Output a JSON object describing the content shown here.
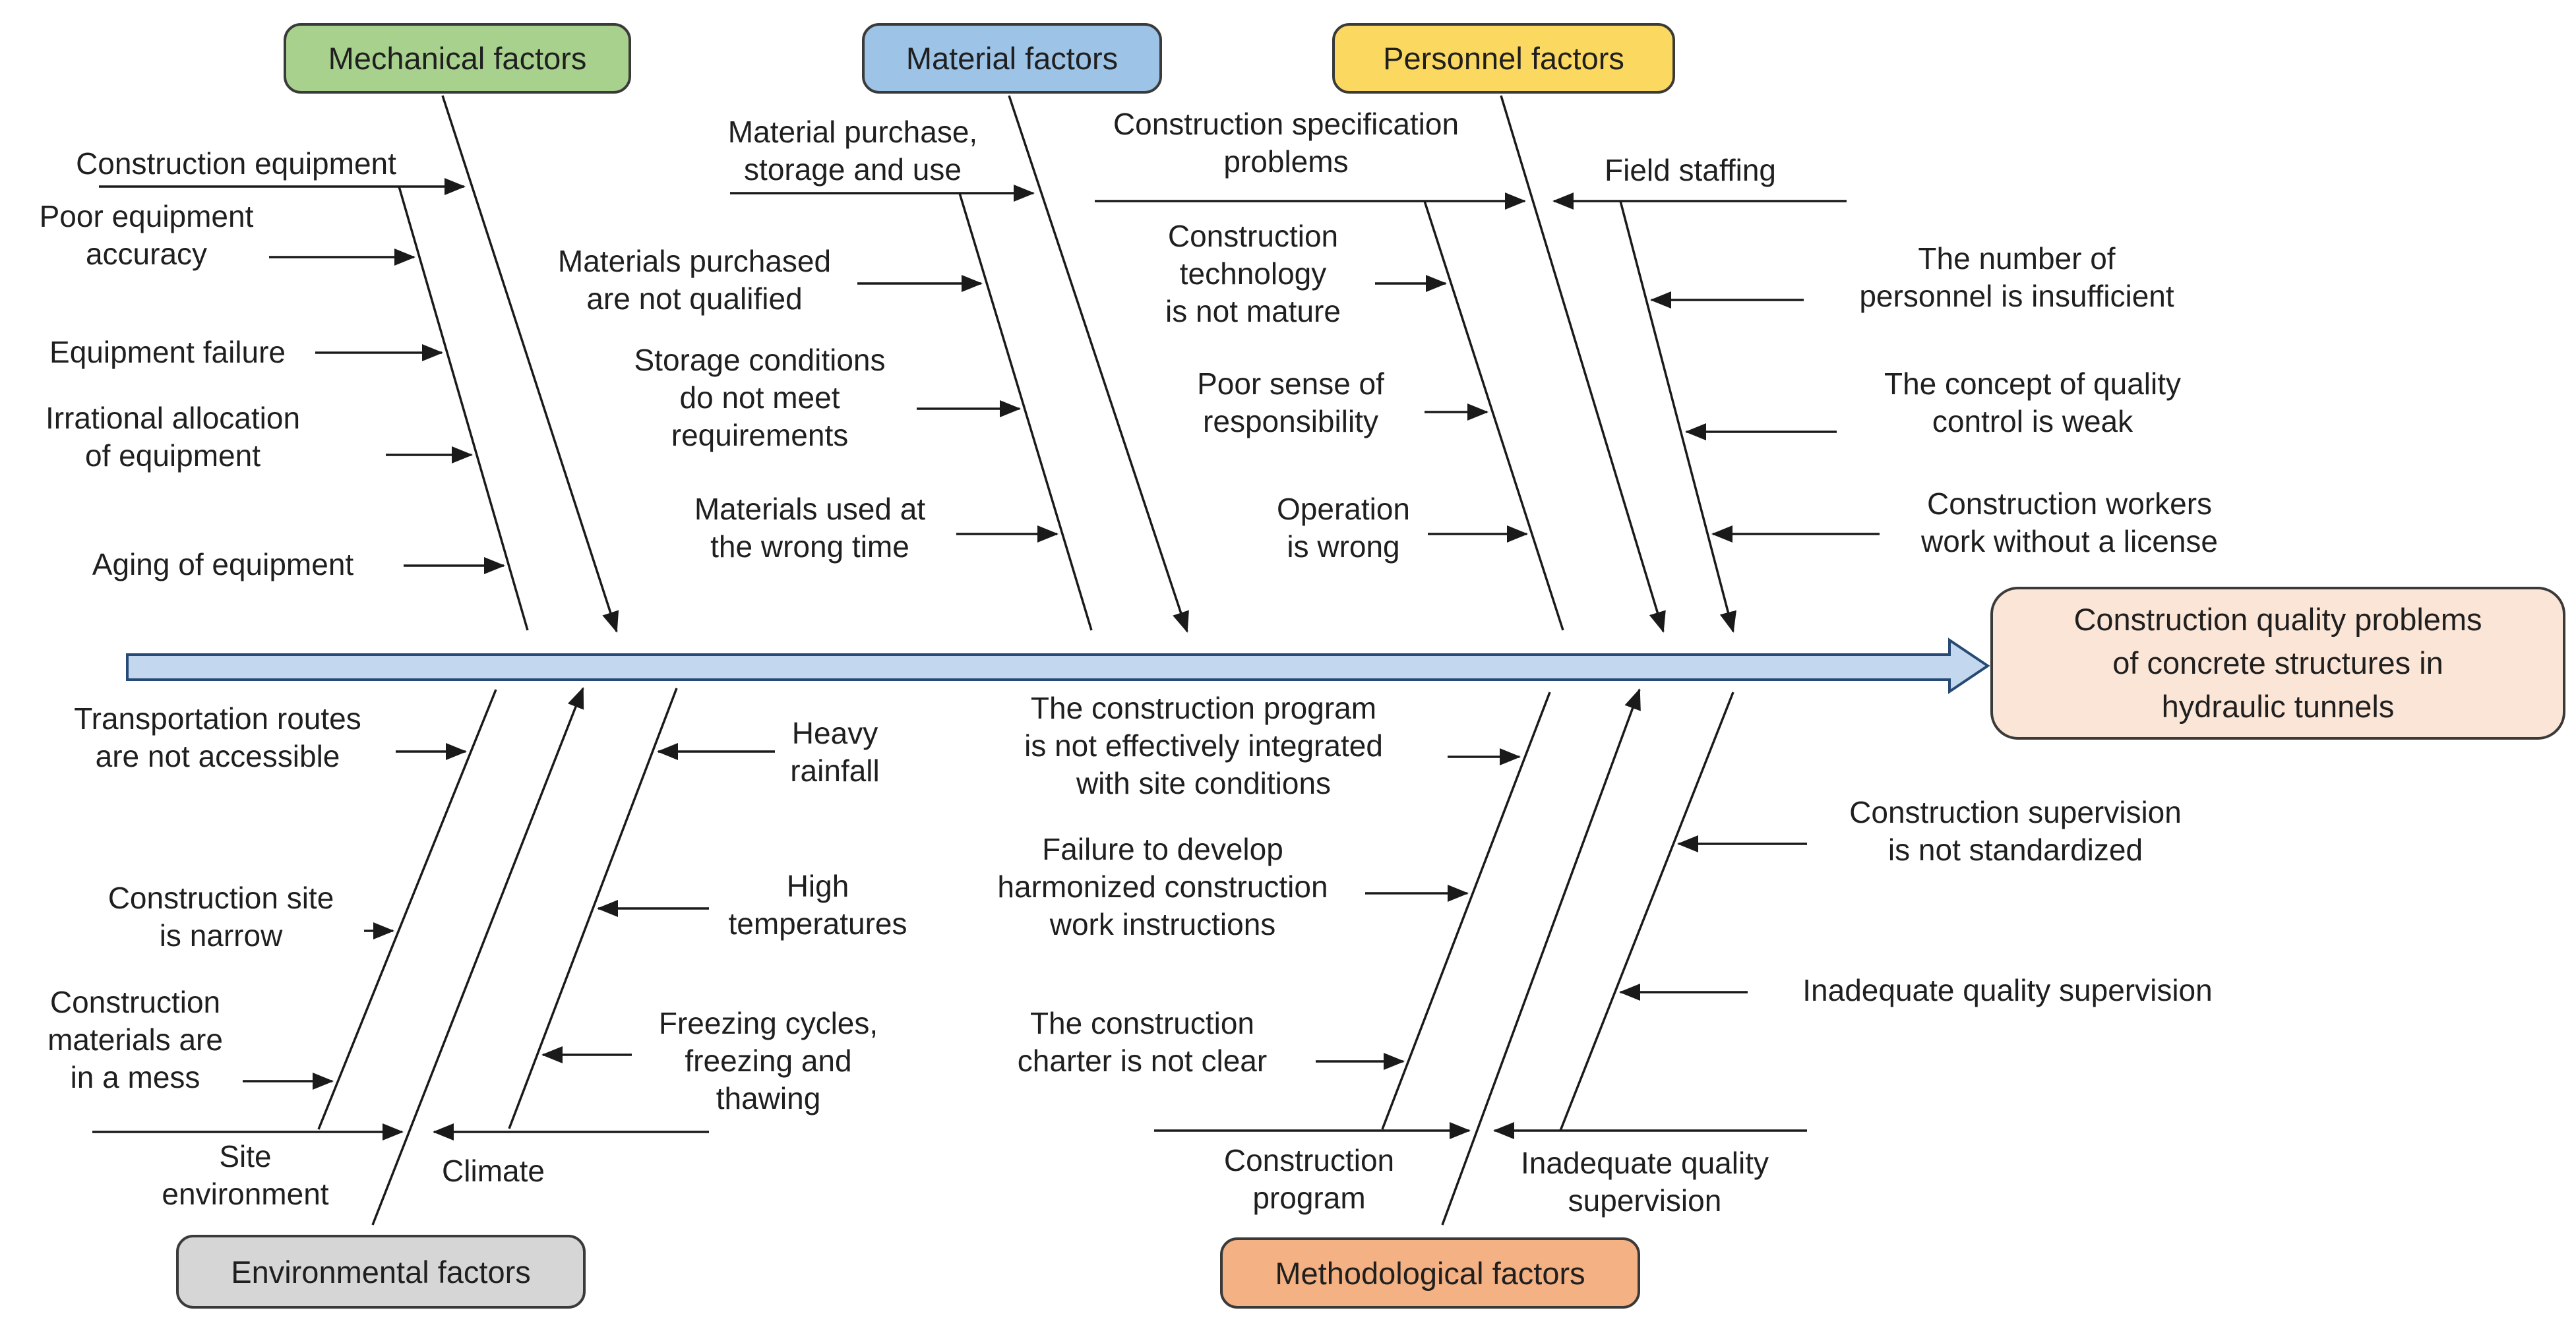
{
  "diagram": {
    "effect_label": "Construction quality problems\nof concrete structures in\nhydraulic tunnels",
    "categories": {
      "mechanical": {
        "label": "Mechanical factors",
        "color": "#a9d18e"
      },
      "material": {
        "label": "Material factors",
        "color": "#9dc3e6"
      },
      "personnel": {
        "label": "Personnel factors",
        "color": "#fbd960"
      },
      "environmental": {
        "label": "Environmental factors",
        "color": "#d6d6d6"
      },
      "methodological": {
        "label": "Methodological factors",
        "color": "#f4b183"
      }
    },
    "causes": {
      "mechanical": [
        "Construction equipment",
        "Poor equipment\naccuracy",
        "Equipment failure",
        "Irrational allocation\nof equipment",
        "Aging of equipment"
      ],
      "material": [
        "Material purchase,\nstorage and use",
        "Materials purchased\nare not qualified",
        "Storage conditions\ndo not meet\nrequirements",
        "Materials used at\nthe wrong time"
      ],
      "personnel": [
        "Construction specification\nproblems",
        "Construction\ntechnology\nis not mature",
        "Poor sense of\nresponsibility",
        "Operation\nis wrong",
        "Field staffing",
        "The number of\npersonnel is insufficient",
        "The concept of quality\ncontrol is weak",
        "Construction workers\nwork without a license"
      ],
      "environmental": [
        "Transportation routes\nare not accessible",
        "Construction site\nis narrow",
        "Construction\nmaterials are\nin a mess",
        "Site\nenvironment",
        "Climate",
        "Heavy\nrainfall",
        "High\ntemperatures",
        "Freezing cycles,\nfreezing and\nthawing"
      ],
      "methodological": [
        "The construction program\nis not effectively integrated\nwith site conditions",
        "Failure to develop\nharmonized construction\nwork instructions",
        "The construction\ncharter is not clear",
        "Construction\nprogram",
        "Inadequate quality\nsupervision",
        "Construction supervision\nis not standardized",
        "Inadequate quality supervision"
      ]
    },
    "colors": {
      "spine_fill": "#c3d8ee",
      "spine_border": "#264a73",
      "bone_line": "#1a1a1a",
      "effect_fill": "#fbe5d6"
    }
  }
}
